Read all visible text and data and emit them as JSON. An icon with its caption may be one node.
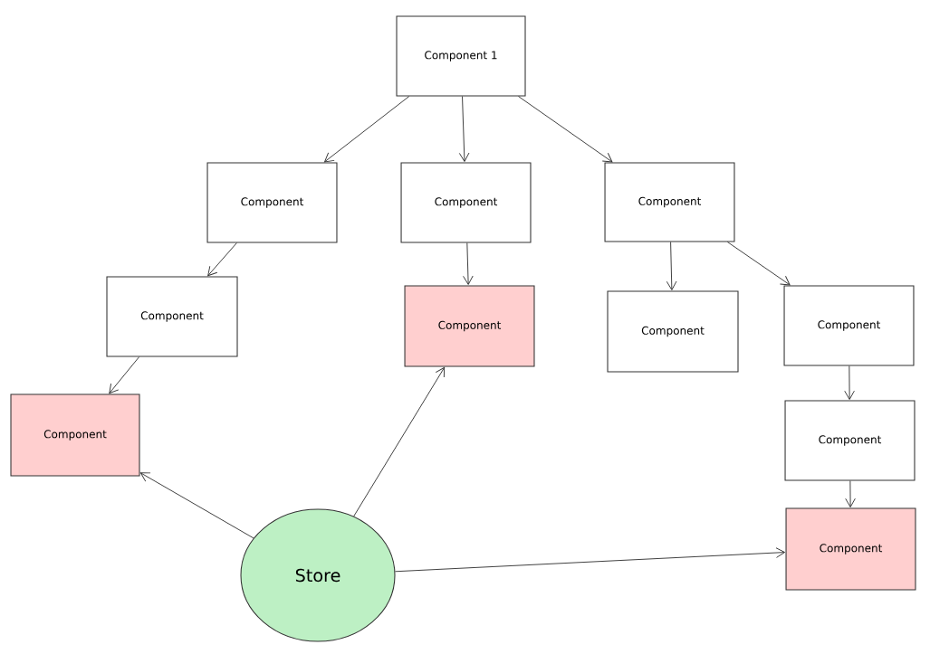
{
  "diagram": {
    "nodes": [
      {
        "text": [
          "Component 1"
        ]
      },
      {
        "text": [
          "Component"
        ]
      },
      {
        "text": [
          "Component"
        ]
      },
      {
        "text": [
          "Component"
        ]
      },
      {
        "text": [
          "Component"
        ]
      },
      {
        "text": [
          "Component"
        ]
      },
      {
        "text": [
          "Component"
        ]
      },
      {
        "text": [
          "Component"
        ]
      },
      {
        "text": [
          "Component"
        ]
      },
      {
        "text": [
          "Component"
        ]
      },
      {
        "text": [
          "Component"
        ]
      },
      {
        "text": [
          "Store"
        ]
      }
    ],
    "edges": [
      {
        "from": 0,
        "to": 1,
        "arrow": "to"
      },
      {
        "from": 0,
        "to": 2,
        "arrow": "to"
      },
      {
        "from": 0,
        "to": 3,
        "arrow": "to"
      },
      {
        "from": 1,
        "to": 4,
        "arrow": "to"
      },
      {
        "from": 2,
        "to": 5,
        "arrow": "to"
      },
      {
        "from": 3,
        "to": 6,
        "arrow": "to"
      },
      {
        "from": 3,
        "to": 7,
        "arrow": "to"
      },
      {
        "from": 4,
        "to": 8,
        "arrow": "to"
      },
      {
        "from": 7,
        "to": 9,
        "arrow": "to"
      },
      {
        "from": 9,
        "to": 10,
        "arrow": "to"
      },
      {
        "from": 11,
        "to": 8,
        "arrow": "to"
      },
      {
        "from": 11,
        "to": 5,
        "arrow": "to"
      },
      {
        "from": 11,
        "to": 10,
        "arrow": "to"
      }
    ]
  }
}
